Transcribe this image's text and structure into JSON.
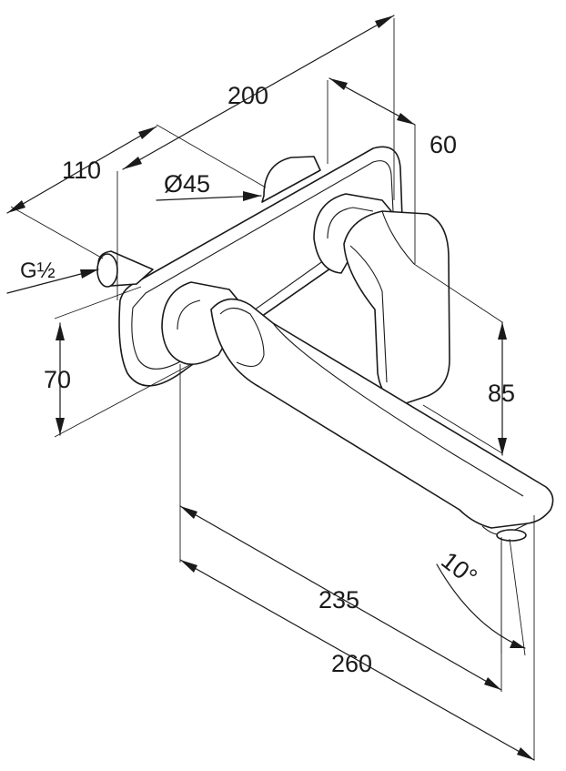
{
  "dimensions": {
    "d200": "200",
    "d110": "110",
    "d60": "60",
    "d45": "Ø45",
    "thread": "G½",
    "d70": "70",
    "d85": "85",
    "d235": "235",
    "d260": "260",
    "angle": "10°"
  },
  "colors": {
    "ink": "#1a1a1a",
    "paper": "#ffffff"
  }
}
